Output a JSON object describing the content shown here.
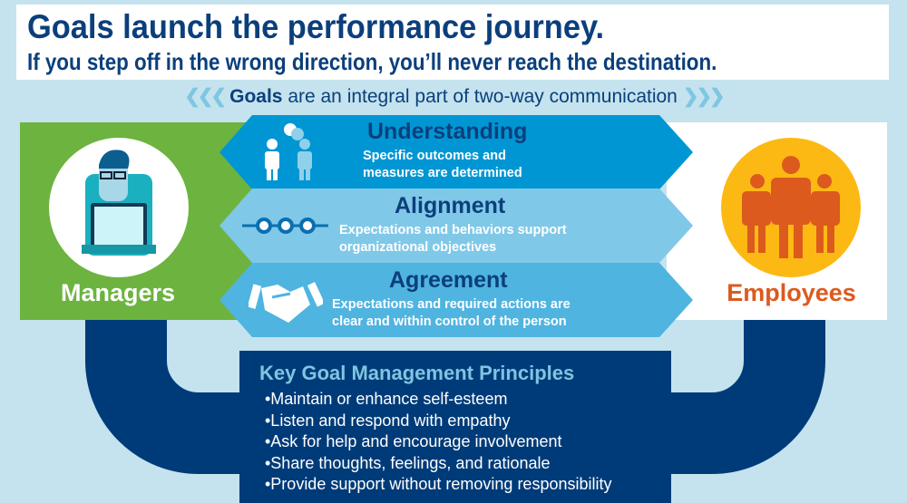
{
  "header": {
    "title": "Goals launch the performance journey.",
    "subtitle": "If you step off in the wrong direction, you’ll never reach the destination.",
    "tagline_bold": "Goals",
    "tagline_rest": " are an integral part of two-way communication",
    "chevrons_left": "❮❮❮",
    "chevrons_right": "❯❯❯"
  },
  "managers": {
    "label": "Managers",
    "icon": "manager-at-laptop-icon"
  },
  "employees": {
    "label": "Employees",
    "icon": "group-of-people-icon"
  },
  "bands": [
    {
      "title": "Understanding",
      "text1": "Specific outcomes and",
      "text2": "measures are determined",
      "icon": "two-people-talking-icon",
      "color": "#0096d3"
    },
    {
      "title": "Alignment",
      "text1": "Expectations and behaviors support",
      "text2": "organizational objectives",
      "icon": "aligned-circles-icon",
      "color": "#80c8e8"
    },
    {
      "title": "Agreement",
      "text1": "Expectations and required actions are",
      "text2": "clear and within control of the person",
      "icon": "handshake-icon",
      "color": "#4fb4e0"
    }
  ],
  "key_principles": {
    "title": "Key Goal Management Principles",
    "items": [
      "•Maintain or enhance self-esteem",
      "•Listen and respond with empathy",
      "•Ask for help and encourage involvement",
      "•Share thoughts, feelings, and rationale",
      "•Provide support without removing responsibility"
    ]
  },
  "colors": {
    "navy": "#003b79",
    "green": "#6db33f",
    "orange": "#dc5a1e",
    "yellow": "#fdb913",
    "background": "#c4e3ee"
  }
}
